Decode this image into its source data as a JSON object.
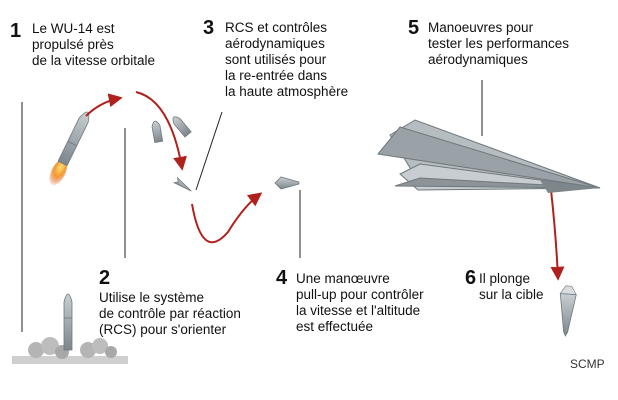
{
  "steps": [
    {
      "number": "1",
      "lines": [
        "Le WU-14 est",
        "propulsé près",
        "de la vitesse orbitale"
      ]
    },
    {
      "number": "2",
      "lines": [
        "Utilise le système",
        "de contrôle par réaction",
        "(RCS) pour s'orienter"
      ]
    },
    {
      "number": "3",
      "lines": [
        "RCS et contrôles",
        "aérodynamiques",
        "sont utilisés pour",
        "la re-entrée dans",
        "la haute atmosphère"
      ]
    },
    {
      "number": "4",
      "lines": [
        "Une manœuvre",
        "pull-up pour contrôler",
        "la vitesse et l'altitude",
        "est effectuée"
      ]
    },
    {
      "number": "5",
      "lines": [
        "Manoeuvres pour",
        "tester les performances",
        "aérodynamiques"
      ]
    },
    {
      "number": "6",
      "lines": [
        "Il plonge",
        "sur la cible"
      ]
    }
  ],
  "credit": "SCMP",
  "colors": {
    "trajectory": "#b0201c",
    "vehicle": "#a9b1b5",
    "vehicle_dark": "#6f787d",
    "smoke": "#b4b4b4",
    "callout": "#222222",
    "flame": "#e8741c"
  }
}
